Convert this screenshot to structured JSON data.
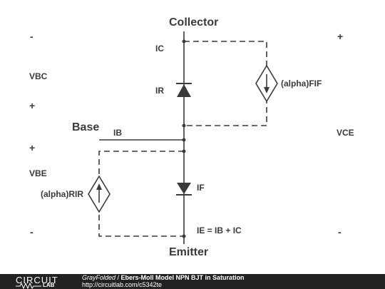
{
  "nodes": {
    "collector": "Collector",
    "base": "Base",
    "emitter": "Emitter"
  },
  "currents": {
    "ic": "IC",
    "ir": "IR",
    "ib": "IB",
    "if": "IF",
    "ie_eq": "IE = IB + IC",
    "alpha_fif": "(alpha)FIF",
    "alpha_rir": "(alpha)RIR"
  },
  "voltages": {
    "vbc": "VBC",
    "vbe": "VBE",
    "vce": "VCE"
  },
  "signs": {
    "minus": "-",
    "plus": "+"
  },
  "footer": {
    "logo_top": "CIRCUIT",
    "logo_bottom": "LAB",
    "author": "GrayFolded",
    "separator": " / ",
    "title": "Ebers-Moll Model NPN BJT in Saturation",
    "url": "http://circuitlab.com/c5342te"
  },
  "colors": {
    "wire": "#3a3a3a",
    "footer_bg": "#222222"
  },
  "icons": [
    "diode-icon",
    "current-source-icon",
    "current-arrow-down-icon",
    "current-arrow-up-icon",
    "junction-dot-icon"
  ]
}
